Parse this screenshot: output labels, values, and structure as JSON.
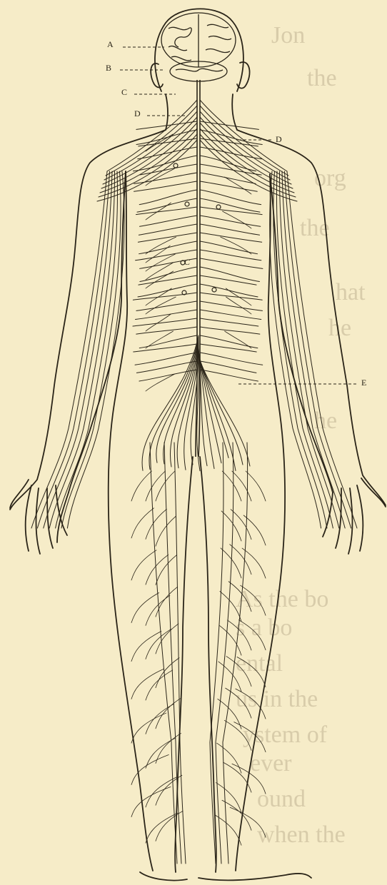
{
  "figure": {
    "labels": [
      {
        "id": "label-a",
        "text": "A"
      },
      {
        "id": "label-b",
        "text": "B"
      },
      {
        "id": "label-c",
        "text": "C"
      },
      {
        "id": "label-d-left",
        "text": "D"
      },
      {
        "id": "label-d-right",
        "text": "D"
      },
      {
        "id": "label-e",
        "text": "E"
      },
      {
        "id": "label-c-spine",
        "text": "C"
      }
    ],
    "colors": {
      "paper": "#f6ecc8",
      "ink": "#2a2418",
      "bleed_text": "#d8ccaa"
    }
  },
  "bleed_through_text": [
    "Jon",
    "the",
    "org",
    "the",
    "hat",
    "he",
    "he",
    "As the bo",
    "s a bo",
    "ental",
    "us in the",
    "ystem of",
    "ever",
    "ound",
    "when the"
  ]
}
